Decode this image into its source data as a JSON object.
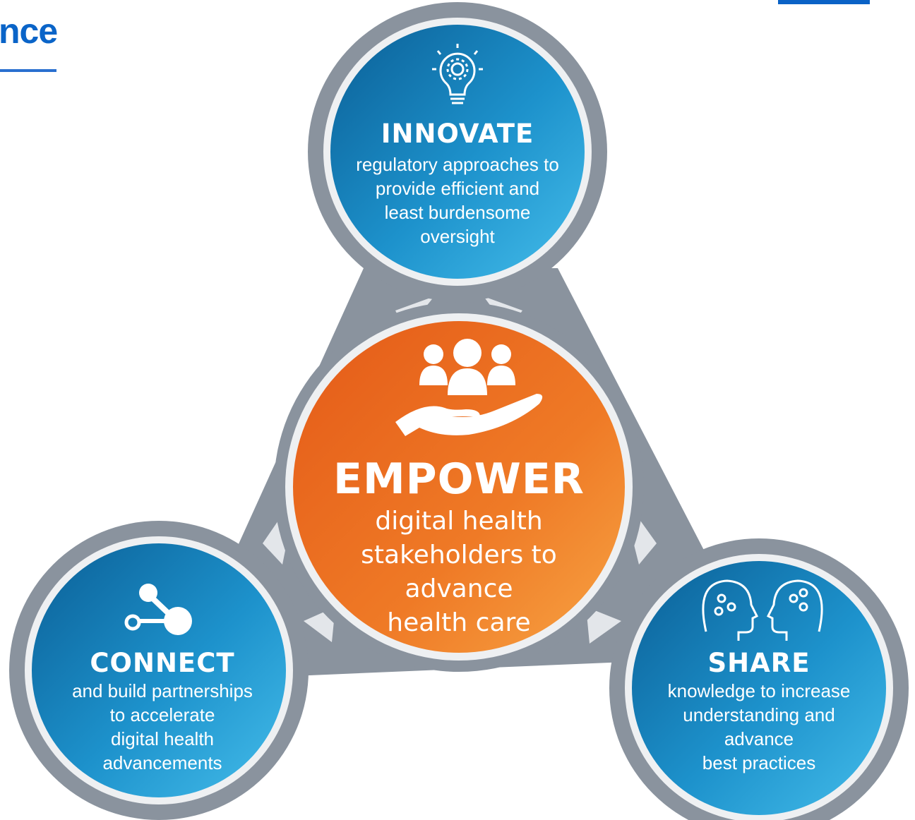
{
  "header": {
    "title": "nce"
  },
  "colors": {
    "blue_dark": "#0b6fa8",
    "blue_light": "#3cb6e8",
    "orange_dark": "#e8621c",
    "orange_light": "#f59a3e",
    "ring_gray": "#8a939e",
    "heading_blue": "#0a64c8"
  },
  "nodes": {
    "innovate": {
      "title": "INNOVATE",
      "icon": "lightbulb-gear-icon",
      "desc_lines": [
        "regulatory approaches to",
        "provide efficient and",
        "least burdensome",
        "oversight"
      ]
    },
    "empower": {
      "title": "EMPOWER",
      "icon": "people-hand-icon",
      "desc_lines": [
        "digital health",
        "stakeholders to",
        "advance",
        "health care"
      ]
    },
    "connect": {
      "title": "CONNECT",
      "icon": "network-nodes-icon",
      "desc_lines": [
        "and build partnerships",
        "to accelerate",
        "digital health",
        "advancements"
      ]
    },
    "share": {
      "title": "SHARE",
      "icon": "heads-sharing-icon",
      "desc_lines": [
        "knowledge to increase",
        "understanding and",
        "advance",
        "best practices"
      ]
    }
  }
}
